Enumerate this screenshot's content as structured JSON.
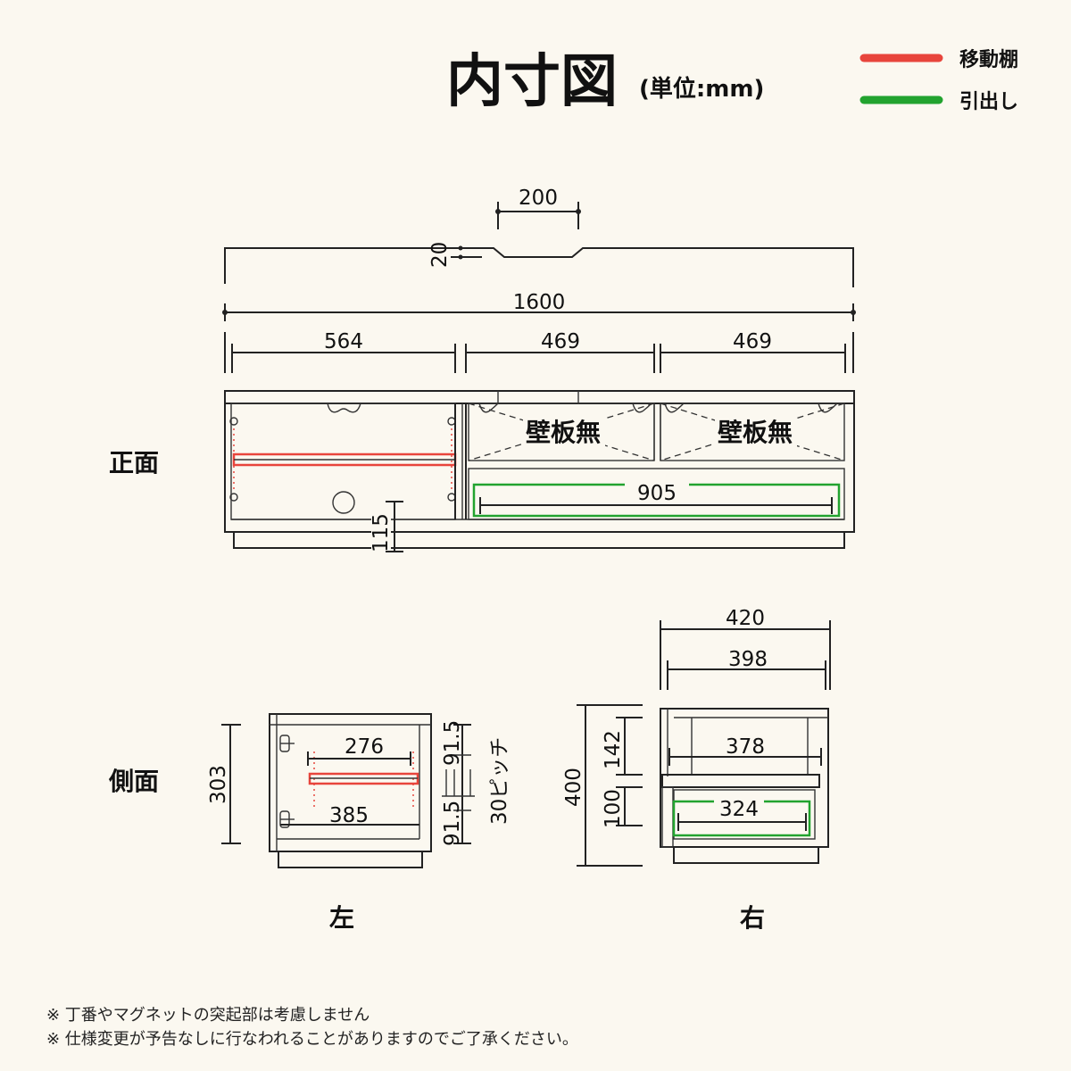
{
  "header": {
    "title": "内寸図",
    "unit": "(単位:mm)"
  },
  "legend": [
    {
      "label": "移動棚",
      "color": "#e8453c"
    },
    {
      "label": "引出し",
      "color": "#22a32f"
    }
  ],
  "views": {
    "front": "正面",
    "side": "側面",
    "left": "左",
    "right": "右"
  },
  "front": {
    "notch_width": "200",
    "notch_depth": "20",
    "total_width": "1600",
    "left_section": "564",
    "middle_section": "469",
    "right_section": "469",
    "no_back_panel_1": "壁板無",
    "no_back_panel_2": "壁板無",
    "drawer_width": "905",
    "base_height": "115"
  },
  "side_left": {
    "height": "303",
    "shelf_width": "276",
    "inner_depth": "385",
    "top_gap": "91.5",
    "bottom_gap": "91.5",
    "pitch": "30ピッチ"
  },
  "side_right": {
    "outer_depth": "420",
    "inner_depth": "398",
    "height": "400",
    "upper_height": "142",
    "drawer_height": "100",
    "upper_depth": "378",
    "drawer_depth": "324"
  },
  "notes": [
    "※ 丁番やマグネットの突起部は考慮しません",
    "※ 仕様変更が予告なしに行なわれることがありますのでご了承ください。"
  ]
}
